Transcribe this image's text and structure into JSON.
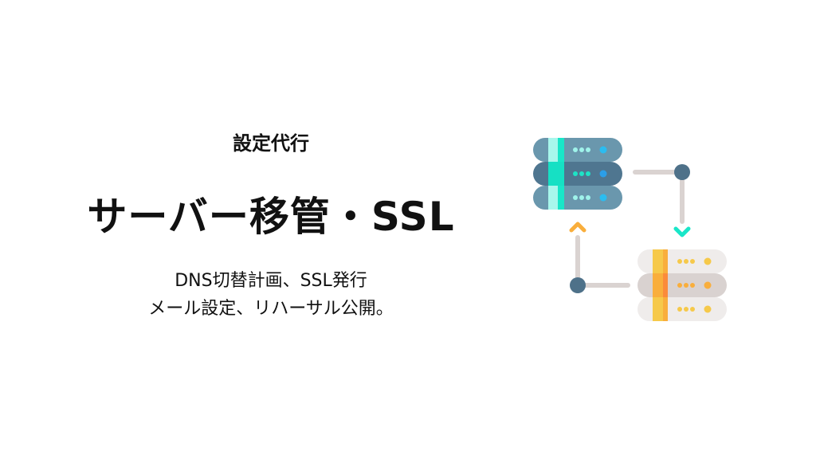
{
  "kicker": "設定代行",
  "title": "サーバー移管・SSL",
  "description": [
    "DNS切替計画、SSL発行",
    "メール設定、リハーサル公開。"
  ],
  "icon": "server-migration-icon",
  "colors": {
    "source_server": "#6a97ad",
    "target_server": "#efeceb",
    "accent_teal": "#19e6c8",
    "accent_orange": "#f9ae3c",
    "node": "#4e7189"
  }
}
